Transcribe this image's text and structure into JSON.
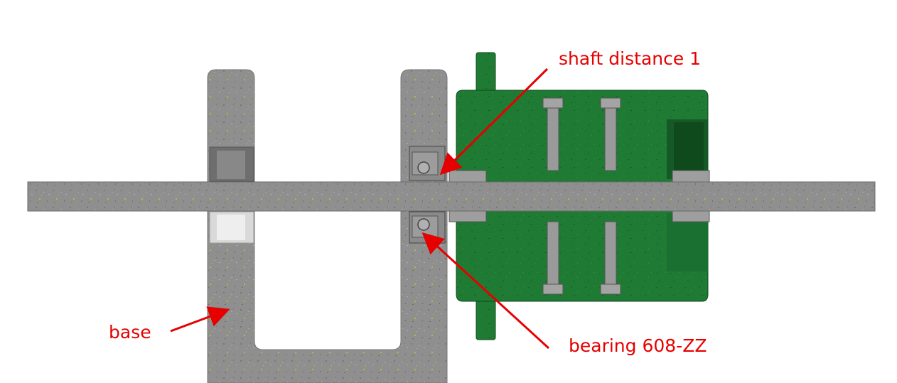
{
  "labels": {
    "shaft_distance": "shaft distance 1",
    "bearing": "bearing 608-ZZ",
    "base": "base"
  },
  "colors": {
    "label": "#e60000",
    "arrow": "#e60000",
    "concrete": "#8e8e8e",
    "concrete_speck": "#b9bb3a",
    "green_part": "#1f7a34",
    "green_dark": "#145c23",
    "bolt": "#9a9a9a"
  }
}
